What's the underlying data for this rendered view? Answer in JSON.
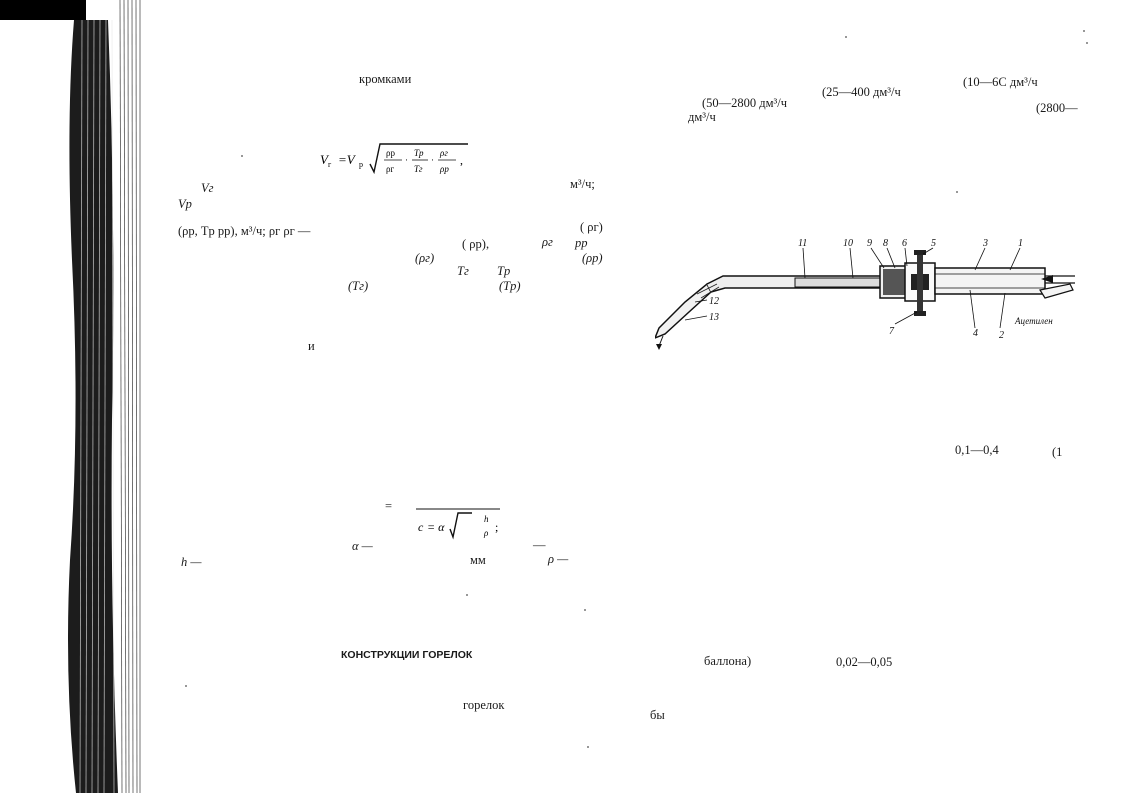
{
  "page": {
    "left_top": {
      "word": "кромками"
    },
    "formula_v": {
      "lhs": "V",
      "lhs_sub": "г",
      "eq": "=V",
      "eq_sub": "р",
      "num1": "ρр",
      "den1": "ρг",
      "num2": "Tр",
      "den2": "Tг",
      "num3": "ρг",
      "den3": "ρр",
      "dot": "·",
      "trail": ","
    },
    "vars": {
      "vg": "Vг",
      "vp": "Vр",
      "unit_m3": "м³/ч;",
      "line1": "(ρр,  Tр     pр),  м³/ч;   ρг       ρг —",
      "rho_g1": "( ρг)",
      "rho_p1": "( ρр),",
      "rho_g_mid": "ρг",
      "p_p": "pр",
      "rho_g2": "(ρг)",
      "T_g": "Tг",
      "T_p": "Tр",
      "rho_p2": "(ρр)",
      "T_g_paren": "(Tг)",
      "T_p_paren": "(Tр)",
      "and": "и"
    },
    "formula_c": {
      "eq_sign": "=",
      "c": "c",
      "eq": "= α",
      "h": "h",
      "rho": "ρ",
      "semi": ";"
    },
    "formula_c_vars": {
      "alpha": "α —",
      "h_dash": "h —",
      "mm": "мм",
      "dash": "—",
      "rho_dash": "ρ —"
    },
    "section_heading": "КОНСТРУКЦИИ ГОРЕЛОК",
    "left_bottom": {
      "word": "горелок"
    },
    "right_top": {
      "r1": "(10—6С  дм³/ч",
      "r2": "(25—400 дм³/ч",
      "r3": "(50—2800  дм³/ч",
      "r4": "дм³/ч",
      "r5": "(2800—"
    },
    "diagram": {
      "labels": [
        "11",
        "10",
        "9",
        "8",
        "6",
        "5",
        "3",
        "1",
        "2",
        "4",
        "7",
        "12",
        "13"
      ],
      "gas": "Ацетилен"
    },
    "right_mid": {
      "range": "0,1—0,4",
      "paren": "(1"
    },
    "right_bottom": {
      "w1": "баллона)",
      "range": "0,02—0,05",
      "w2": "бы"
    }
  }
}
